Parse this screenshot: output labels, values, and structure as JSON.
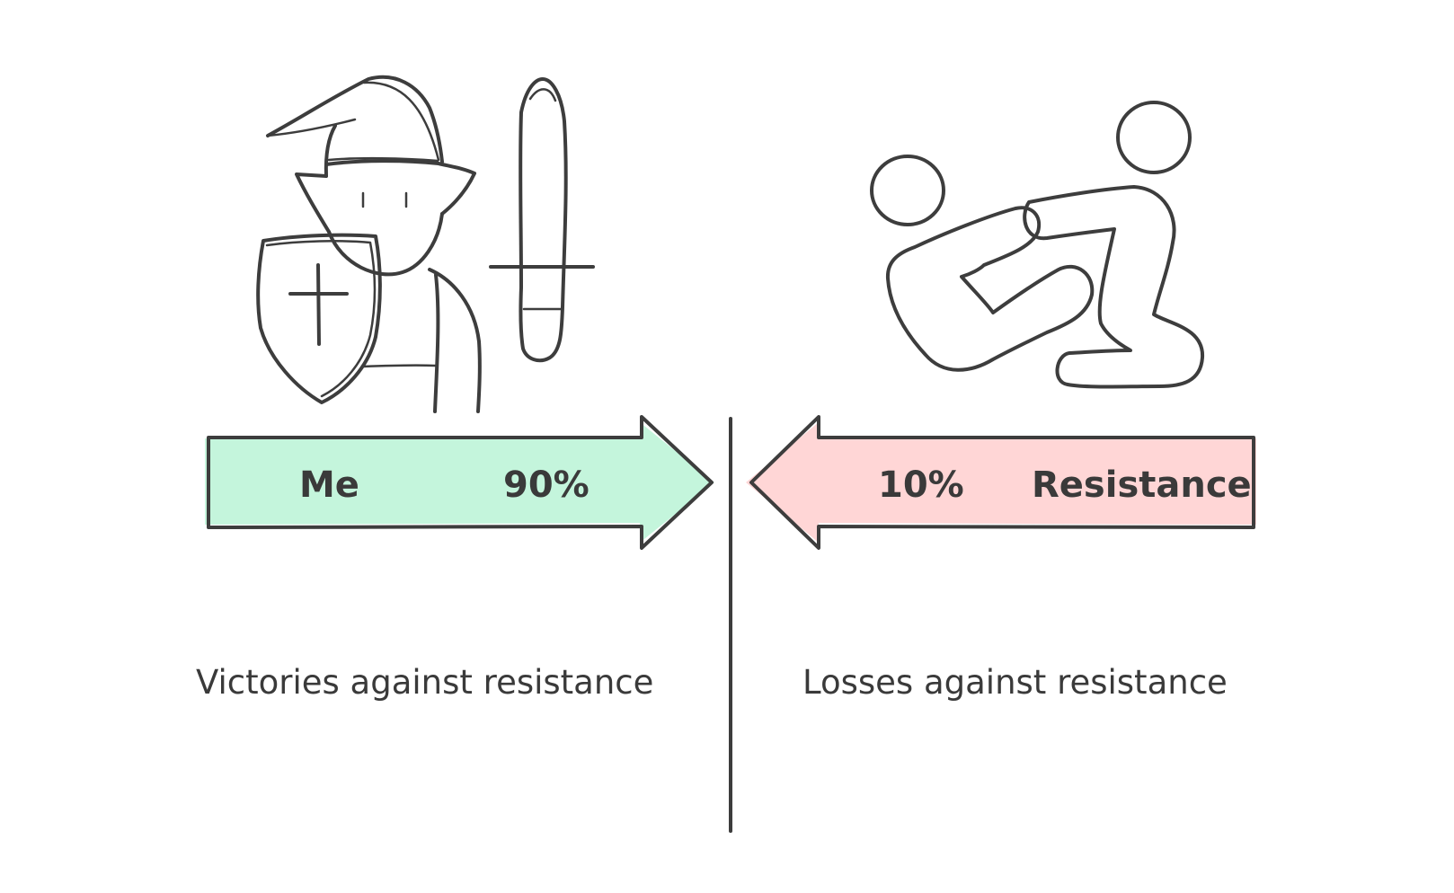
{
  "left": {
    "arrow_label": "Me",
    "percent": "90%",
    "percent_value": 90,
    "caption": "Victories against resistance",
    "fill_color": "#c4f5dc",
    "icon": "knight-with-shield-and-sword"
  },
  "right": {
    "arrow_label": "Resistance",
    "percent": "10%",
    "percent_value": 10,
    "caption": "Losses against resistance",
    "fill_color": "#ffd6d6",
    "icon": "wrestling-figures"
  },
  "colors": {
    "ink": "#3d3d3d",
    "background": "#ffffff"
  }
}
